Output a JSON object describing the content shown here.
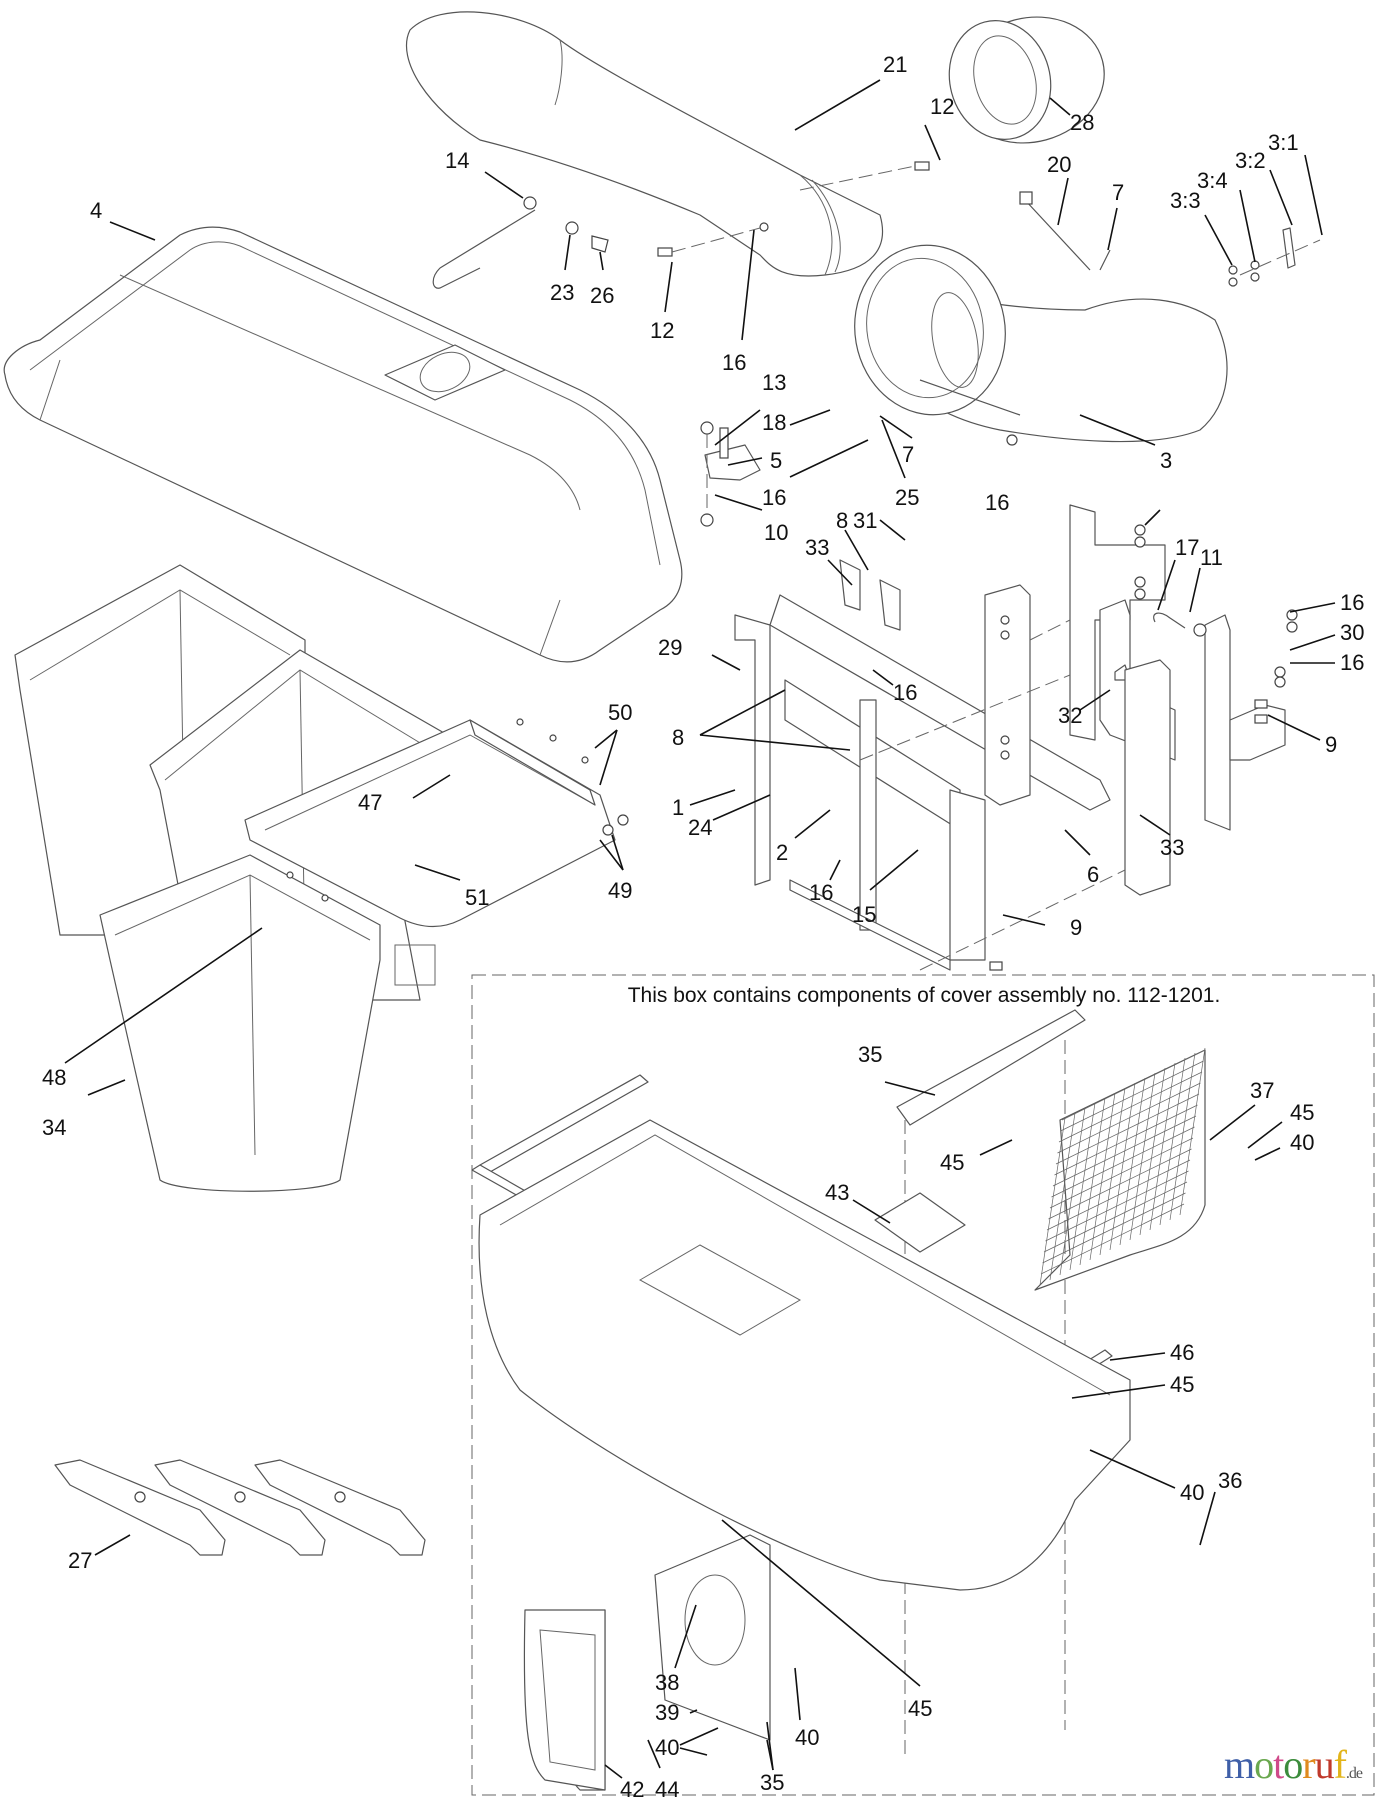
{
  "diagram": {
    "subject": "Bagger / grass collection system exploded parts diagram",
    "cover_assembly_note": "This box contains components of cover assembly no. 112-1201.",
    "callouts": [
      {
        "id": "c4",
        "label": "4"
      },
      {
        "id": "c14",
        "label": "14"
      },
      {
        "id": "c23",
        "label": "23"
      },
      {
        "id": "c26",
        "label": "26"
      },
      {
        "id": "c12a",
        "label": "12"
      },
      {
        "id": "c12b",
        "label": "12"
      },
      {
        "id": "c16a",
        "label": "16"
      },
      {
        "id": "c21",
        "label": "21"
      },
      {
        "id": "c28",
        "label": "28"
      },
      {
        "id": "c20",
        "label": "20"
      },
      {
        "id": "c7a",
        "label": "7"
      },
      {
        "id": "c3_3",
        "label": "3:3"
      },
      {
        "id": "c3_4",
        "label": "3:4"
      },
      {
        "id": "c3_2",
        "label": "3:2"
      },
      {
        "id": "c3_1",
        "label": "3:1"
      },
      {
        "id": "c3",
        "label": "3"
      },
      {
        "id": "c13",
        "label": "13"
      },
      {
        "id": "c18",
        "label": "18"
      },
      {
        "id": "c5",
        "label": "5"
      },
      {
        "id": "c16b",
        "label": "16"
      },
      {
        "id": "c7b",
        "label": "7"
      },
      {
        "id": "c25",
        "label": "25"
      },
      {
        "id": "c10",
        "label": "10"
      },
      {
        "id": "c31",
        "label": "31"
      },
      {
        "id": "c16c",
        "label": "16"
      },
      {
        "id": "c33a",
        "label": "33"
      },
      {
        "id": "c8a",
        "label": "8"
      },
      {
        "id": "c17",
        "label": "17"
      },
      {
        "id": "c11",
        "label": "11"
      },
      {
        "id": "c16d",
        "label": "16"
      },
      {
        "id": "c30",
        "label": "30"
      },
      {
        "id": "c29",
        "label": "29"
      },
      {
        "id": "c16e",
        "label": "16"
      },
      {
        "id": "c16f",
        "label": "16"
      },
      {
        "id": "c32",
        "label": "32"
      },
      {
        "id": "c9a",
        "label": "9"
      },
      {
        "id": "c8b",
        "label": "8"
      },
      {
        "id": "c33b",
        "label": "33"
      },
      {
        "id": "c1",
        "label": "1"
      },
      {
        "id": "c6",
        "label": "6"
      },
      {
        "id": "c24",
        "label": "24"
      },
      {
        "id": "c2",
        "label": "2"
      },
      {
        "id": "c16g",
        "label": "16"
      },
      {
        "id": "c15",
        "label": "15"
      },
      {
        "id": "c9b",
        "label": "9"
      },
      {
        "id": "c50",
        "label": "50"
      },
      {
        "id": "c47",
        "label": "47"
      },
      {
        "id": "c49",
        "label": "49"
      },
      {
        "id": "c51",
        "label": "51"
      },
      {
        "id": "c48",
        "label": "48"
      },
      {
        "id": "c34",
        "label": "34"
      },
      {
        "id": "c35a",
        "label": "35"
      },
      {
        "id": "c37",
        "label": "37"
      },
      {
        "id": "c45a",
        "label": "45"
      },
      {
        "id": "c40a",
        "label": "40"
      },
      {
        "id": "c45b",
        "label": "45"
      },
      {
        "id": "c43",
        "label": "43"
      },
      {
        "id": "c46",
        "label": "46"
      },
      {
        "id": "c45c",
        "label": "45"
      },
      {
        "id": "c40b",
        "label": "40"
      },
      {
        "id": "c36",
        "label": "36"
      },
      {
        "id": "c27",
        "label": "27"
      },
      {
        "id": "c38",
        "label": "38"
      },
      {
        "id": "c45d",
        "label": "45"
      },
      {
        "id": "c39",
        "label": "39"
      },
      {
        "id": "c40c",
        "label": "40"
      },
      {
        "id": "c40d",
        "label": "40"
      },
      {
        "id": "c35b",
        "label": "35"
      },
      {
        "id": "c42",
        "label": "42"
      },
      {
        "id": "c44",
        "label": "44"
      }
    ]
  },
  "watermark": {
    "letters": [
      {
        "char": "m",
        "color": "#3f5fa8"
      },
      {
        "char": "o",
        "color": "#6aa84f"
      },
      {
        "char": "t",
        "color": "#d04a8a"
      },
      {
        "char": "o",
        "color": "#3c8c3c"
      },
      {
        "char": "r",
        "color": "#e08a1e"
      },
      {
        "char": "u",
        "color": "#c0392b"
      },
      {
        "char": "f",
        "color": "#e2b41a"
      }
    ],
    "tld": ".de"
  }
}
